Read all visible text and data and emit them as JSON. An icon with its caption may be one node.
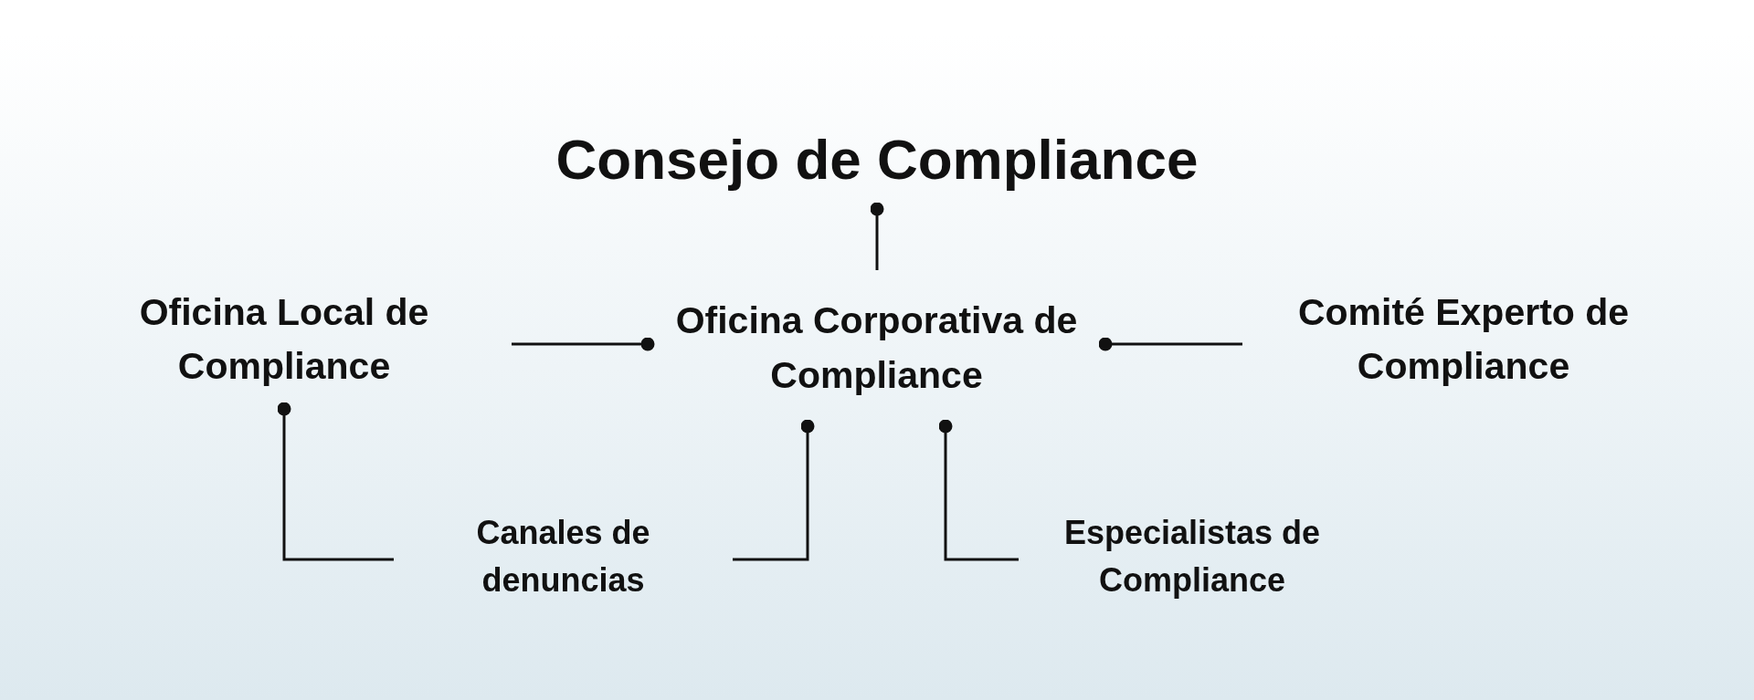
{
  "diagram": {
    "nodes": [
      {
        "text": [
          "Consejo de Compliance"
        ]
      },
      {
        "text": [
          "Oficina Local de Compliance"
        ]
      },
      {
        "text": [
          "Oficina Corporativa de Compliance"
        ]
      },
      {
        "text": [
          "Comité Experto de Compliance"
        ]
      },
      {
        "text": [
          "Canales de denuncias"
        ]
      },
      {
        "text": [
          "Especialistas de Compliance"
        ]
      }
    ],
    "edges": [
      {
        "from": 2,
        "to": 0,
        "arrow": "other"
      },
      {
        "from": 1,
        "to": 2,
        "arrow": "other"
      },
      {
        "from": 3,
        "to": 2,
        "arrow": "other"
      },
      {
        "from": 4,
        "to": 1,
        "arrow": "other"
      },
      {
        "from": 4,
        "to": 2,
        "arrow": "other"
      },
      {
        "from": 5,
        "to": 2,
        "arrow": "other"
      }
    ]
  }
}
